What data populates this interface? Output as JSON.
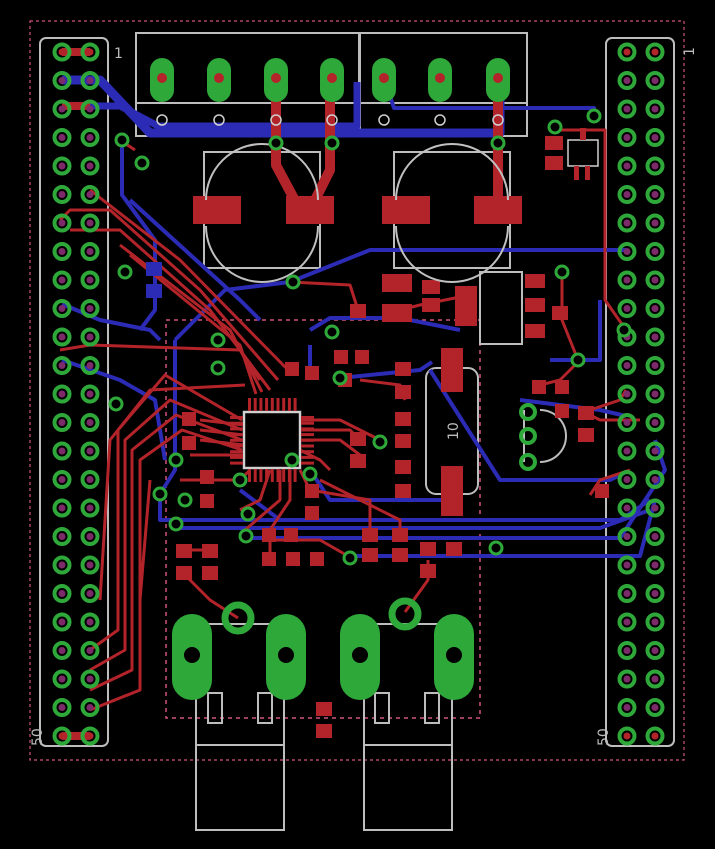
{
  "labels": {
    "pin_top_left": "1",
    "pin_top_right": "1",
    "pin_bottom_left": "50",
    "pin_bottom_right": "50",
    "crystal": "10"
  },
  "colors": {
    "background": "#000000",
    "top_copper": "#b3242a",
    "bottom_copper": "#2b2bb5",
    "pad_green": "#2fa83a",
    "drill_hole": "#7d2a6a",
    "silkscreen": "#c0c0c0",
    "board_outline": "#d2527d"
  }
}
